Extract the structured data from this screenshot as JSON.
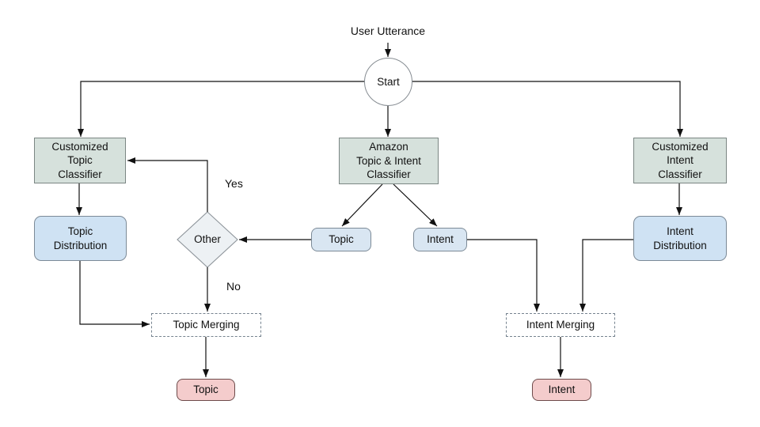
{
  "diagram": {
    "input_label": "User Utterance",
    "nodes": {
      "start": {
        "label": "Start"
      },
      "customized_topic_classifier": {
        "line1": "Customized",
        "line2": "Topic",
        "line3": "Classifier"
      },
      "amazon_classifier": {
        "line1": "Amazon",
        "line2": "Topic & Intent",
        "line3": "Classifier"
      },
      "customized_intent_classifier": {
        "line1": "Customized",
        "line2": "Intent",
        "line3": "Classifier"
      },
      "topic_distribution": {
        "line1": "Topic",
        "line2": "Distribution"
      },
      "intent_distribution": {
        "line1": "Intent",
        "line2": "Distribution"
      },
      "topic_node": {
        "label": "Topic"
      },
      "intent_node": {
        "label": "Intent"
      },
      "other_decision": {
        "label": "Other"
      },
      "topic_merging": {
        "label": "Topic Merging"
      },
      "intent_merging": {
        "label": "Intent Merging"
      },
      "topic_output": {
        "label": "Topic"
      },
      "intent_output": {
        "label": "Intent"
      }
    },
    "edge_labels": {
      "yes": "Yes",
      "no": "No"
    },
    "colors": {
      "classifier_fill": "#d6e1dc",
      "distribution_fill": "#cfe2f3",
      "small_node_fill": "#d9e6f2",
      "decision_fill": "#edf1f4",
      "output_fill": "#f4cccc",
      "output_border": "#6e4b4b",
      "connector": "#111111",
      "background": "#ffffff"
    }
  }
}
